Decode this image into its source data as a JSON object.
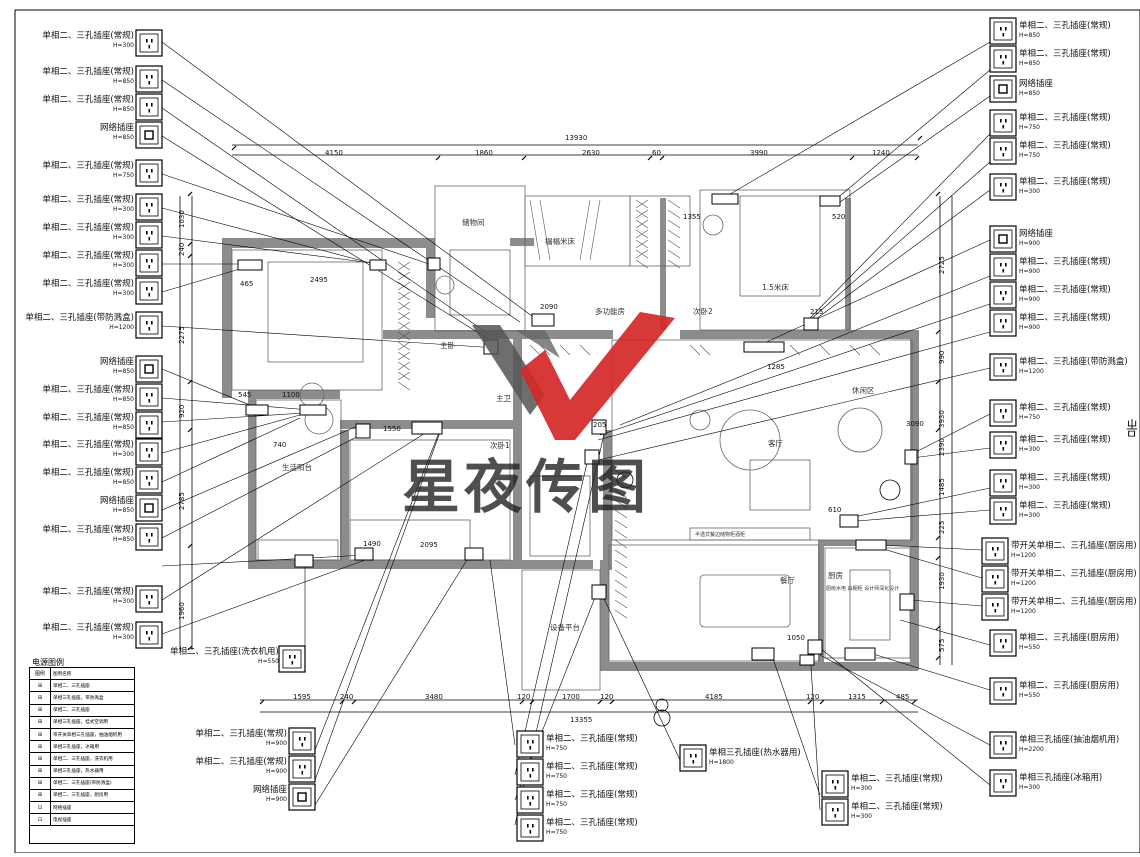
{
  "watermark": "星夜传图",
  "legend": {
    "title": "电源图例",
    "header": [
      "图例",
      "图例名称"
    ],
    "rows": [
      "单相二、三孔插座",
      "单相三孔插座，带防溅盒",
      "单相二、三孔插座",
      "单相三孔插座，挂式空调用",
      "带开关单相三孔插座，抽油烟机用",
      "单相三孔插座，冰箱用",
      "单相二、三孔插座，洗衣机用",
      "单相三孔插座，热水器用",
      "单相二、三孔插座(带防溅盒)",
      "单相二、三孔插座，厨房用",
      "网络插座",
      "电视插座"
    ],
    "icons": [
      "⊞",
      "⊞",
      "⊞",
      "⊞",
      "⊞",
      "⊞",
      "⊞",
      "⊞",
      "⊞",
      "⊞",
      "⊡",
      "⊡"
    ]
  },
  "left_labels": [
    {
      "text": "单相二、三孔插座(常规)",
      "h": "H=300"
    },
    {
      "text": "单相二、三孔插座(常规)",
      "h": "H=850"
    },
    {
      "text": "单相二、三孔插座(常规)",
      "h": "H=850"
    },
    {
      "text": "网络插座",
      "h": "H=850"
    },
    {
      "text": "单相二、三孔插座(常规)",
      "h": "H=750"
    },
    {
      "text": "单相二、三孔插座(常规)",
      "h": "H=300"
    },
    {
      "text": "单相二、三孔插座(常规)",
      "h": "H=300"
    },
    {
      "text": "单相二、三孔插座(常规)",
      "h": "H=300"
    },
    {
      "text": "单相二、三孔插座(常规)",
      "h": "H=300"
    },
    {
      "text": "单相二、三孔插座(带防溅盒)",
      "h": "H=1200"
    },
    {
      "text": "网络插座",
      "h": "H=850"
    },
    {
      "text": "单相二、三孔插座(常规)",
      "h": "H=850"
    },
    {
      "text": "单相二、三孔插座(常规)",
      "h": "H=850"
    },
    {
      "text": "单相二、三孔插座(常规)",
      "h": "H=300"
    },
    {
      "text": "单相二、三孔插座(常规)",
      "h": "H=850"
    },
    {
      "text": "网络插座",
      "h": "H=850"
    },
    {
      "text": "单相二、三孔插座(常规)",
      "h": "H=850"
    },
    {
      "text": "单相二、三孔插座(常规)",
      "h": "H=300"
    },
    {
      "text": "单相二、三孔插座(常规)",
      "h": "H=300"
    }
  ],
  "washer_label": {
    "text": "单相二、三孔插座(洗衣机用)",
    "h": "H=550"
  },
  "right_labels": [
    {
      "text": "单相二、三孔插座(常规)",
      "h": "H=850"
    },
    {
      "text": "单相二、三孔插座(常规)",
      "h": "H=850"
    },
    {
      "text": "网络插座",
      "h": "H=850"
    },
    {
      "text": "单相二、三孔插座(常规)",
      "h": "H=750"
    },
    {
      "text": "单相二、三孔插座(常规)",
      "h": "H=750"
    },
    {
      "text": "单相二、三孔插座(常规)",
      "h": "H=300"
    },
    {
      "text": "网络插座",
      "h": "H=900"
    },
    {
      "text": "单相二、三孔插座(常规)",
      "h": "H=900"
    },
    {
      "text": "单相二、三孔插座(常规)",
      "h": "H=900"
    },
    {
      "text": "单相二、三孔插座(常规)",
      "h": "H=900"
    },
    {
      "text": "单相二、三孔插座(带防溅盒)",
      "h": "H=1200"
    },
    {
      "text": "单相二、三孔插座(常规)",
      "h": "H=750"
    },
    {
      "text": "单相二、三孔插座(常规)",
      "h": "H=300"
    },
    {
      "text": "单相二、三孔插座(常规)",
      "h": "H=300"
    },
    {
      "text": "单相二、三孔插座(常规)",
      "h": "H=300"
    },
    {
      "text": "带开关单相二、三孔插座(厨房用)",
      "h": "H=1200"
    },
    {
      "text": "带开关单相二、三孔插座(厨房用)",
      "h": "H=1200"
    },
    {
      "text": "带开关单相二、三孔插座(厨房用)",
      "h": "H=1200"
    },
    {
      "text": "单相二、三孔插座(厨房用)",
      "h": "H=550"
    },
    {
      "text": "单相二、三孔插座(厨房用)",
      "h": "H=550"
    },
    {
      "text": "单相三孔插座(抽油烟机用)",
      "h": "H=2200"
    },
    {
      "text": "单相三孔插座(冰箱用)",
      "h": "H=300"
    }
  ],
  "bottom_labels": [
    {
      "text": "单相二、三孔插座(常规)",
      "h": "H=900"
    },
    {
      "text": "单相二、三孔插座(常规)",
      "h": "H=900"
    },
    {
      "text": "网络插座",
      "h": "H=900"
    },
    {
      "text": "单相二、三孔插座(常规)",
      "h": "H=750"
    },
    {
      "text": "单相二、三孔插座(常规)",
      "h": "H=750"
    },
    {
      "text": "单相二、三孔插座(常规)",
      "h": "H=750"
    },
    {
      "text": "单相二、三孔插座(常规)",
      "h": "H=750"
    },
    {
      "text": "单相三孔插座(热水器用)",
      "h": "H=1800"
    },
    {
      "text": "单相二、三孔插座(常规)",
      "h": "H=300"
    },
    {
      "text": "单相二、三孔插座(常规)",
      "h": "H=300"
    }
  ],
  "dimensions": {
    "top_total": "13930",
    "top": [
      "4150",
      "1860",
      "2630",
      "60",
      "3990",
      "1240"
    ],
    "bottom_total": "13355",
    "bottom": [
      "1595",
      "240",
      "3480",
      "120",
      "1700",
      "120",
      "4185",
      "120",
      "1315",
      "485"
    ],
    "left": [
      "1030",
      "240",
      "2275",
      "920",
      "2785",
      "1960"
    ],
    "right": [
      "2725",
      "990",
      "3930",
      "2390",
      "1485",
      "225",
      "1930",
      "575"
    ],
    "inner": [
      "2495",
      "465",
      "545",
      "1100",
      "740",
      "1550",
      "2095",
      "1490",
      "1355",
      "520",
      "215",
      "1285",
      "2090",
      "610",
      "1050",
      "205",
      "3090"
    ]
  },
  "rooms": {
    "storage": "储物间",
    "wardrobe": "榻榻米床",
    "bed_small": "1.5米床",
    "bed_small_mark": "1.5米床",
    "multi": "多功能房",
    "bedroom2": "次卧2",
    "leisure": "休闲区",
    "living": "客厅",
    "main": "主卧",
    "wc": "主卫",
    "bedroom1": "次卧1",
    "balcony": "生活阳台",
    "dining": "餐厅",
    "kitchen": "厨房",
    "kitchen_note": "厨房水电 由橱柜 设计师深化设计",
    "equipment": "设备平台",
    "cabinet": "半透式餐边储物柜酒柜"
  },
  "side_glyphs": [
    "ㄓ",
    "ㅁ"
  ]
}
